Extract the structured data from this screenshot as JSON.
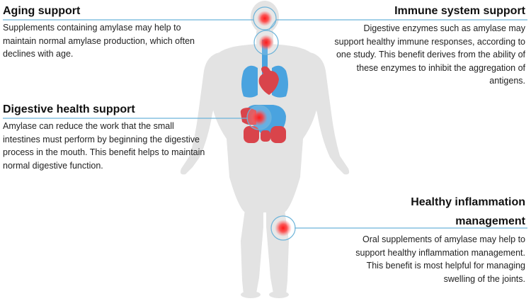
{
  "sections": {
    "aging": {
      "title": "Aging support",
      "desc": "Supplements containing amylase may help to maintain normal amylase production, which often declines with age."
    },
    "immune": {
      "title": "Immune system support",
      "desc": "Digestive enzymes such as amylase may support healthy immune responses, according to one study. This benefit derives from the ability of these enzymes to inhibit the aggregation of antigens."
    },
    "digestive": {
      "title": "Digestive health support",
      "desc": "Amylase can reduce the work that the small intestines must perform by beginning the digestive process in the mouth. This benefit helps to maintain normal digestive function."
    },
    "inflammation": {
      "title": "Healthy inflammation management",
      "desc": "Oral supplements of amylase may help to support healthy inflammation management. This benefit is most helpful for managing swelling of the joints."
    }
  },
  "colors": {
    "silhouette": "#e4e4e4",
    "connector": "#6cb3d9",
    "organ_blue": "#4aa3df",
    "organ_red": "#d9444b",
    "hotspot": "#ff2a2a"
  }
}
